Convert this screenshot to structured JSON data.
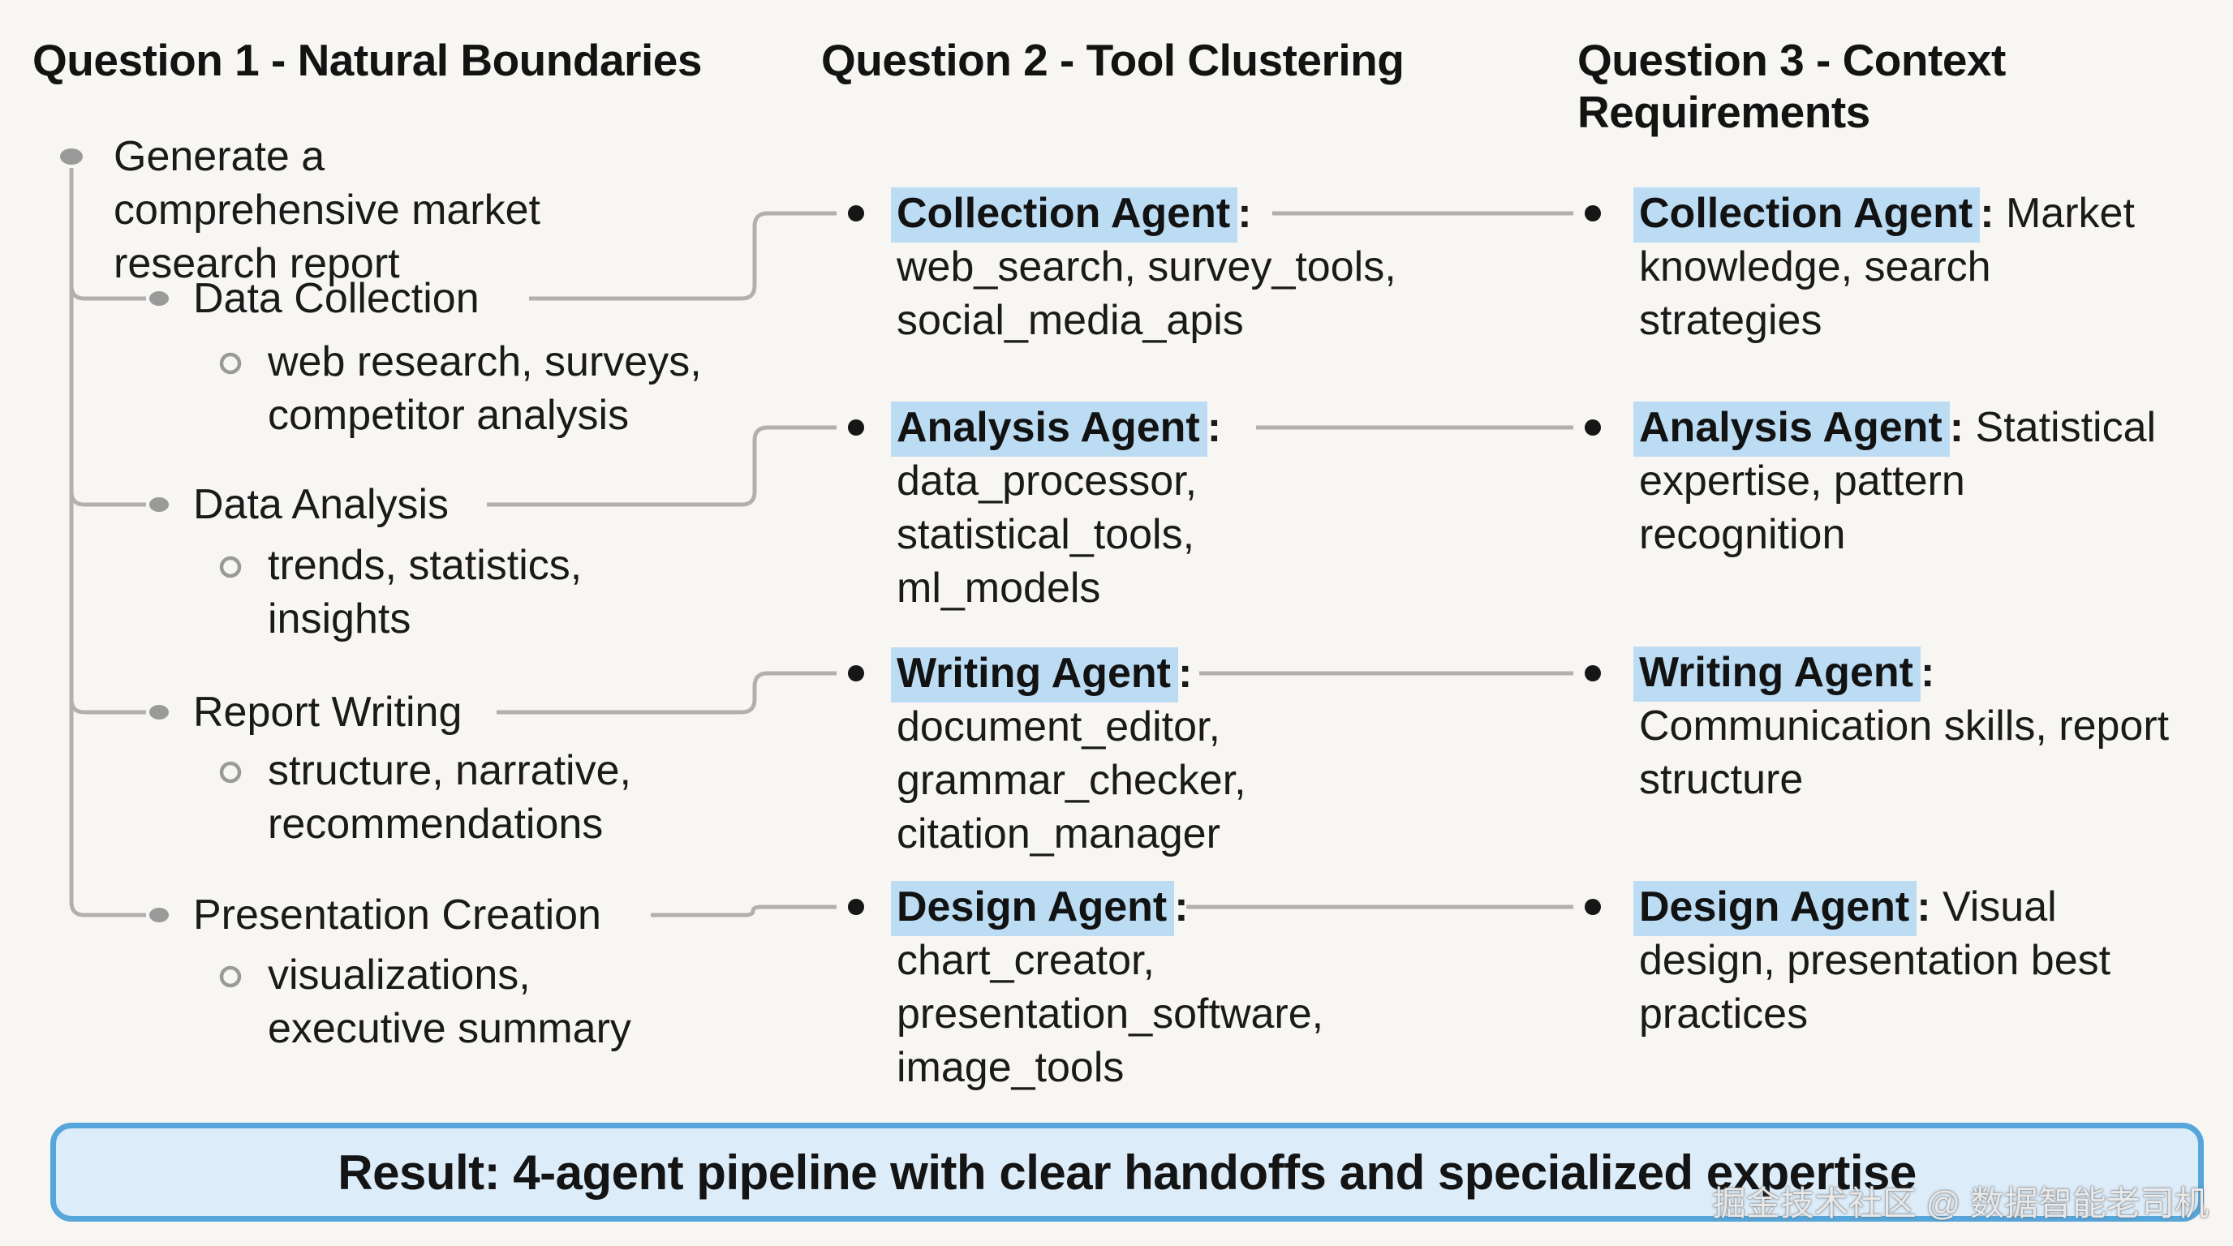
{
  "titles": {
    "q1": "Question 1 - Natural Boundaries",
    "q2": "Question 2 - Tool Clustering",
    "q3": "Question 3 - Context Requirements"
  },
  "punct": {
    "colon": ":"
  },
  "tree": {
    "root": "Generate a comprehensive market research report",
    "children": [
      {
        "label": "Data Collection",
        "detail": "web research, surveys, competitor analysis"
      },
      {
        "label": "Data Analysis",
        "detail": "trends, statistics, insights"
      },
      {
        "label": "Report Writing",
        "detail": "structure, narrative, recommendations"
      },
      {
        "label": "Presentation Creation",
        "detail": "visualizations, executive summary"
      }
    ]
  },
  "agents": [
    {
      "name": "Collection Agent",
      "tools": [
        "web_search, survey_tools,",
        "social_media_apis",
        ""
      ],
      "context": "Market knowledge, search strategies"
    },
    {
      "name": "Analysis Agent",
      "tools": [
        "data_processor,",
        "statistical_tools,",
        "ml_models"
      ],
      "context": "Statistical expertise, pattern recognition"
    },
    {
      "name": "Writing Agent",
      "tools": [
        "document_editor,",
        "grammar_checker,",
        "citation_manager"
      ],
      "context": "Communication skills, report structure"
    },
    {
      "name": "Design Agent",
      "tools": [
        "chart_creator,",
        "presentation_software,",
        "image_tools"
      ],
      "context": "Visual design, presentation best practices"
    }
  ],
  "result_banner": "Result: 4-agent pipeline with clear handoffs and specialized expertise",
  "watermark": "掘金技术社区 @ 数据智能老司机",
  "colors": {
    "background": "#f8f6f3",
    "text": "#151515",
    "highlight": "#bcdcf4",
    "connector_gray": "#b2b0ad",
    "tree_bullet_gray": "#9a9a9a",
    "agent_bullet_black": "#161616",
    "banner_fill": "#dcecf9",
    "banner_border": "#57a6db"
  }
}
